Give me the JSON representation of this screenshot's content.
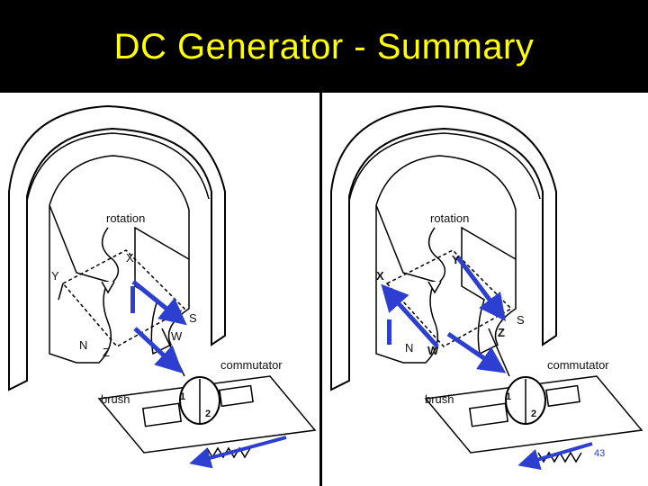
{
  "slide": {
    "title": "DC Generator - Summary",
    "page_number": "43",
    "title_color": "#ffff00",
    "arrow_color": "#2d3fd1",
    "page_number_color": "#2d3fd1"
  },
  "left_diagram": {
    "labels": {
      "rotation": "rotation",
      "x": "X",
      "y": "Y",
      "n": "N",
      "z": "Z",
      "s": "S",
      "w": "W",
      "commutator": "commutator",
      "brush": "brush",
      "seg1": "1",
      "seg2": "2",
      "current": "I"
    }
  },
  "right_diagram": {
    "labels": {
      "rotation": "rotation",
      "x": "X",
      "y": "Y",
      "n": "N",
      "w": "W",
      "z": "Z",
      "s": "S",
      "commutator": "commutator",
      "brush": "brush",
      "seg1": "1",
      "seg2": "2",
      "current": "I"
    }
  }
}
